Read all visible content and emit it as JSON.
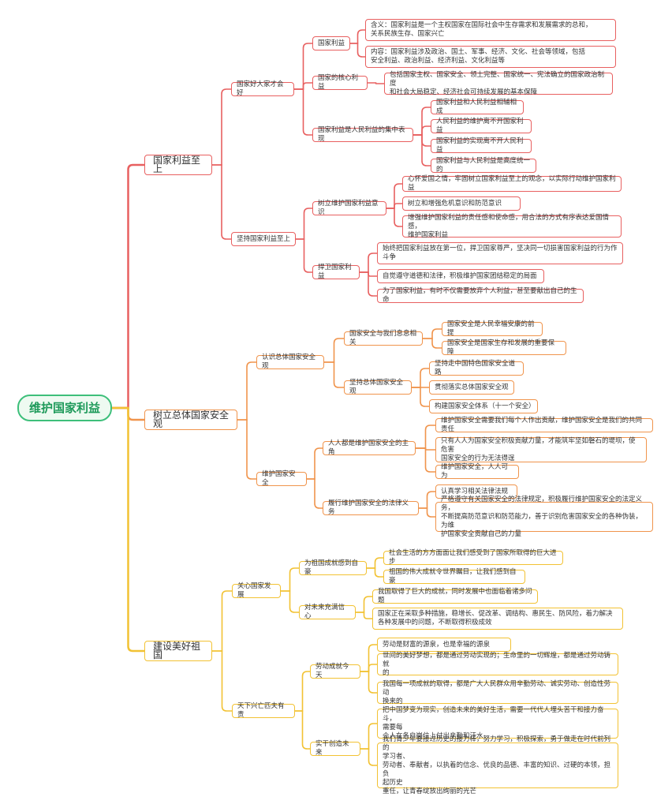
{
  "root": "维护国家利益",
  "colors": {
    "red": "#e86060",
    "orange": "#f0944c",
    "yellow": "#f2c233",
    "green": "#3dbf7a"
  },
  "b1": {
    "label": "国家利益至上",
    "c1": {
      "label": "国家好大家才会好",
      "g1": {
        "label": "国家利益",
        "items": [
          "含义：国家利益是一个主权国家在国际社会中生存需求和发展需求的总和，\n关系民族生存、国家兴亡",
          "内容：国家利益涉及政治、国土、军事、经济、文化、社会等领域，包括\n安全利益、政治利益、经济利益、文化利益等"
        ]
      },
      "g2": {
        "label": "国家的核心利益",
        "items": [
          "包括国家主权、国家安全、领土完整、国家统一、宪法确立的国家政治制度\n和社会大局稳定、经济社会可持续发展的基本保障"
        ]
      },
      "g3": {
        "label": "国家利益是人民利益的集中表现",
        "items": [
          "国家利益和人民利益相辅相成",
          "人民利益的维护离不开国家利益",
          "国家利益的实现离不开人民利益",
          "国家利益与人民利益是高度统一的"
        ]
      }
    },
    "c2": {
      "label": "坚持国家利益至上",
      "g1": {
        "label": "树立维护国家利益意识",
        "items": [
          "心怀爱国之情，牢固树立国家利益至上的观念，以实际行动维护国家利益",
          "树立和增强危机意识和防范意识",
          "增强维护国家利益的责任感和使命感，用合法的方式有序表达爱国情感，\n维护国家利益"
        ]
      },
      "g2": {
        "label": "捍卫国家利益",
        "items": [
          "始终把国家利益放在第一位，捍卫国家尊严，坚决同一切损害国家利益的行为作\n斗争",
          "自觉遵守道德和法律，积极维护国家团结稳定的局面",
          "为了国家利益，有时不仅需要放弃个人利益，甚至要献出自己的生命"
        ]
      }
    }
  },
  "b2": {
    "label": "树立总体国家安全观",
    "c1": {
      "label": "认识总体国家安全观",
      "g1": {
        "label": "国家安全与我们息息相关",
        "items": [
          "国家安全是人民幸福安康的前提",
          "国家安全是国家生存和发展的重要保障"
        ]
      },
      "g2": {
        "label": "坚持总体国家安全观",
        "items": [
          "坚持走中国特色国家安全道路",
          "贯彻落实总体国家安全观",
          "构建国家安全体系（十一个安全）"
        ]
      }
    },
    "c2": {
      "label": "维护国家安全",
      "g1": {
        "label": "人人都是维护国家安全的主角",
        "items": [
          "维护国家安全需要我们每个人作出贡献，维护国家安全是我们的共同责任",
          "只有人人为国家安全积极贡献力量，才能筑牢坚如磐石的堤坝，使危害\n国家安全的行为无法得逞",
          "维护国家安全，人人可为"
        ]
      },
      "g2": {
        "label": "履行维护国家安全的法律义务",
        "items": [
          "认真学习相关法律法规",
          "严格遵守有关国家安全的法律规定，积极履行维护国家安全的法定义务，\n不断提高防范意识和防范能力，善于识别危害国家安全的各种伪装，为维\n护国家安全贡献自己的力量"
        ]
      }
    }
  },
  "b3": {
    "label": "建设美好祖国",
    "c1": {
      "label": "关心国家发展",
      "g1": {
        "label": "为祖国成就感到自豪",
        "items": [
          "社会生活的方方面面让我们感受到了国家所取得的巨大进步",
          "祖国的伟大成就令世界瞩目，让我们感到自豪"
        ]
      },
      "g2": {
        "label": "对未来充满信心",
        "items": [
          "我国取得了巨大的成就，同时发展中也面临着诸多问题",
          "国家正在采取多种措施，稳增长、促改革、调结构、惠民生、防风险，着力解决\n各种发展中的问题，不断取得积极成效"
        ]
      }
    },
    "c2": {
      "label": "天下兴亡匹夫有责",
      "g1": {
        "label": "劳动成就今天",
        "items": [
          "劳动是财富的源泉，也是幸福的源泉",
          "世间的美好梦想，都是通过劳动实现的；生命里的一切辉煌，都是通过劳动铸就\n的",
          "我国每一项成就的取得，都是广大人民群众用辛勤劳动、诚实劳动、创造性劳动\n换来的"
        ]
      },
      "g2": {
        "label": "实干创造未来",
        "items": [
          "把中国梦变为现实，创造未来的美好生活，需要一代代人埋头苦干和接力奋斗，\n需要每\n个人在各自岗位上付出辛勤和汗水",
          "我们青少年要接过历史的接力棒，努力学习，积极探索，勇于做走在时代前列的\n学习者、\n劳动者、奉献者，以执着的信念、优良的品德、丰富的知识、过硬的本领，担负\n起历史\n重任，让青春绽放出绚丽的光芒"
        ]
      }
    }
  }
}
